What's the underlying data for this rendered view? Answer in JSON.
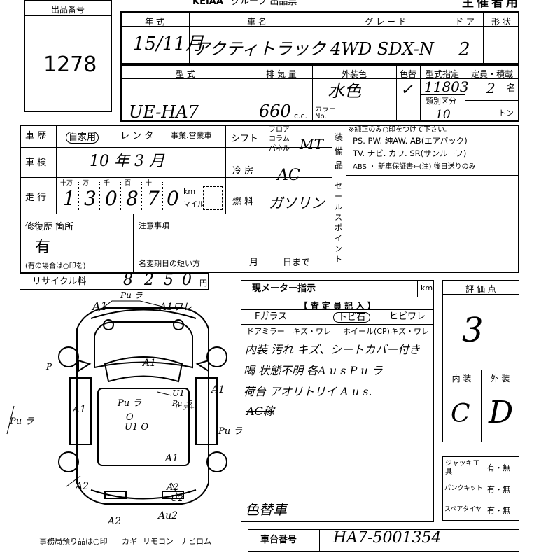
{
  "header": {
    "brand_text": "KEIAA",
    "doc_title": "グループ 出品票",
    "sheet_label": "主催者用"
  },
  "lot": {
    "label": "出品番号",
    "number": "1278"
  },
  "car": {
    "year_label": "年 式",
    "year_value": "15/11月",
    "name_label": "車 名",
    "name_value": "アクティトラック",
    "grade_label": "グ レ ー ド",
    "grade_value": "4WD SDX-N",
    "doors_label": "ド ア",
    "doors_value": "2",
    "shape_label": "形 状",
    "shape_value": ""
  },
  "model": {
    "type_label": "型 式",
    "type_value": "UE-HA7",
    "displacement_label": "排 気 量",
    "displacement_value": "660",
    "displacement_unit": "c.c.",
    "color_label": "外装色",
    "color_value": "水色",
    "color_change_label": "色替",
    "color_change_value": "✓",
    "color_no_label": "カラー No.",
    "model_spec_label": "型式指定",
    "model_spec_value": "11803",
    "class_label": "類別区分",
    "class_value": "10",
    "capacity_label": "定員・積載",
    "capacity_value": "2",
    "capacity_unit": "名",
    "load_unit": "トン"
  },
  "history": {
    "label": "車 歴",
    "options": [
      "自家用",
      "レ ン タ",
      "事業.営業車"
    ],
    "selected": "自家用"
  },
  "inspection": {
    "label": "車 検",
    "value": "10 年 3 月"
  },
  "mileage": {
    "label": "走 行",
    "place_labels": [
      "十万",
      "万",
      "千",
      "百",
      "十",
      ""
    ],
    "digits": [
      "1",
      "3",
      "0",
      "8",
      "7",
      "0"
    ],
    "unit_km": "km",
    "unit_mile": "マイル"
  },
  "shift": {
    "label": "シフト",
    "options": [
      "フロア",
      "コラム",
      "パネル"
    ],
    "value": "MT"
  },
  "ac": {
    "label": "冷 房",
    "value": "AC"
  },
  "fuel": {
    "label": "燃 料",
    "value": "ガソリン"
  },
  "equipment": {
    "label": "装備品",
    "note": "※純正のみ○印をつけて下さい。",
    "line1": "PS. PW. 純AW. AB(エアバック)",
    "line2": "TV. ナビ. カワ. SR(サンルーフ)",
    "line3": "ABS ・ 新車保証書←(注) 後日送りのみ"
  },
  "sales_point": {
    "label": "セールスポイント"
  },
  "repair": {
    "label": "修復歴 箇所",
    "value": "有",
    "note": "(有の場合は○印を)"
  },
  "notes": {
    "label": "注意事項",
    "name_change_label": "名変期日の短い方",
    "month": "月",
    "day": "日まで"
  },
  "recycle": {
    "label": "リサイクル料",
    "digits": [
      "8",
      "2",
      "5",
      "0"
    ],
    "unit": "円"
  },
  "meter": {
    "label": "現メーター指示",
    "unit": "km"
  },
  "inspector": {
    "header": "【 査 定 員 記 入 】",
    "glass_label": "Fガラス",
    "glass_opt1": "トビ石",
    "glass_opt2": "ヒビワレ",
    "mirror_label": "ドアミラー",
    "mirror_opt": "キズ・ワレ",
    "wheel_label": "ホイール(CP)",
    "wheel_opt": "キズ・ワレ",
    "comment1": "内装 汚れ キズ、シートカバー付き",
    "comment2": "喝 状態不明 各A u s P u ラ",
    "comment3": "荷台 アオリトリイ A u s.",
    "comment4": "AC稼",
    "color_change": "色替車"
  },
  "rating": {
    "label": "評 価 点",
    "score": "3",
    "interior_label": "内 装",
    "interior": "C",
    "exterior_label": "外 装",
    "exterior": "D"
  },
  "tools": {
    "jack_label": "ジャッキ工 具",
    "jack_value": "有・無",
    "puncture_label": "パンクキット",
    "puncture_value": "有・無",
    "spare_label": "スペアタイヤ",
    "spare_value": "有・無"
  },
  "chassis": {
    "label": "車台番号",
    "value": "HA7-5001354"
  },
  "office": {
    "note": "事務局預り品は○印",
    "items": [
      "カギ",
      "リモコン",
      "ナビロム"
    ]
  },
  "diagram": {
    "marks": [
      "A1",
      "Pu ラ",
      "A1ワレ",
      "P",
      "A1",
      "A1",
      "Pu ラ",
      "O",
      "U1 O",
      "A1",
      "U1",
      "Pu ラ",
      "P ァ+",
      "A1",
      "Pu ラ",
      "Pu ラ",
      "A2",
      "A2",
      "U2",
      "A2",
      "Au2"
    ]
  }
}
